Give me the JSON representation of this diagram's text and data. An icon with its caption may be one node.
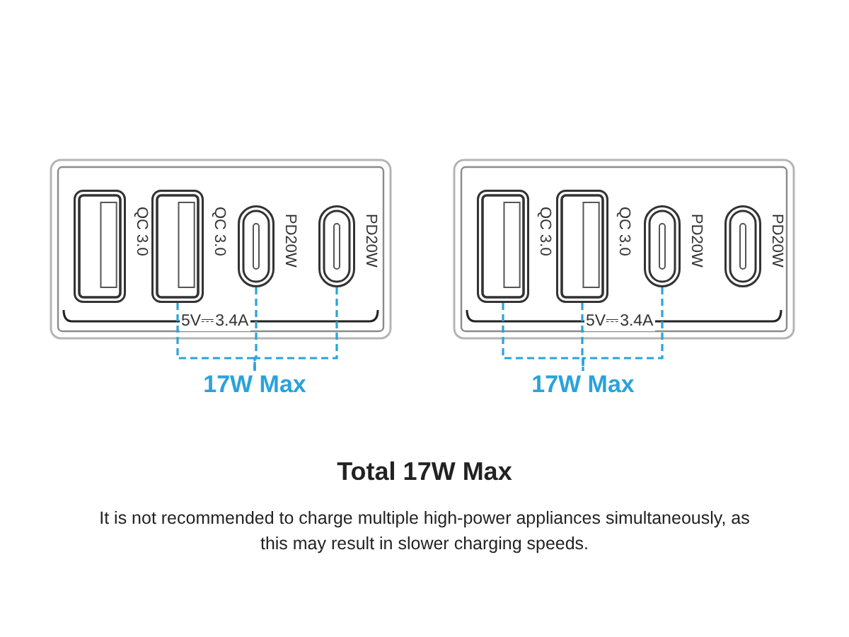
{
  "diagram": {
    "title": "Total 17W Max",
    "caption": "It is not recommended to charge multiple high-power appliances simultaneously, as this may result in slower charging speeds.",
    "nodes": [
      {
        "text": [],
        "shape": "box"
      },
      {
        "text": [],
        "shape": "box",
        "in": 0,
        "beside": [
          "QC 3.0"
        ]
      },
      {
        "text": [],
        "shape": "box",
        "in": 0,
        "beside": [
          "QC 3.0"
        ]
      },
      {
        "text": [],
        "shape": "oval",
        "in": 0,
        "beside": [
          "PD20W"
        ]
      },
      {
        "text": [],
        "shape": "oval",
        "in": 0,
        "beside": [
          "PD20W"
        ]
      },
      {
        "text": [
          "17W Max"
        ]
      },
      {
        "text": [],
        "shape": "box"
      },
      {
        "text": [],
        "shape": "box",
        "in": 6,
        "beside": [
          "QC 3.0"
        ]
      },
      {
        "text": [],
        "shape": "box",
        "in": 6,
        "beside": [
          "QC 3.0"
        ]
      },
      {
        "text": [],
        "shape": "oval",
        "in": 6,
        "beside": [
          "PD20W"
        ]
      },
      {
        "text": [],
        "shape": "oval",
        "in": 6,
        "beside": [
          "PD20W"
        ]
      },
      {
        "text": [
          "17W Max"
        ]
      }
    ],
    "edges": [
      {
        "from": 2,
        "to": 5,
        "arrow": "none",
        "style": "dashed"
      },
      {
        "from": 3,
        "to": 5,
        "arrow": "none",
        "style": "dashed"
      },
      {
        "from": 4,
        "to": 5,
        "arrow": "none",
        "style": "dashed"
      },
      {
        "from": 7,
        "to": 11,
        "arrow": "none",
        "style": "dashed"
      },
      {
        "from": 8,
        "to": 11,
        "arrow": "none",
        "style": "dashed"
      },
      {
        "from": 9,
        "to": 11,
        "arrow": "none",
        "style": "dashed"
      }
    ],
    "labels": [
      "5V⎓3.4A",
      "5V⎓3.4A"
    ]
  }
}
